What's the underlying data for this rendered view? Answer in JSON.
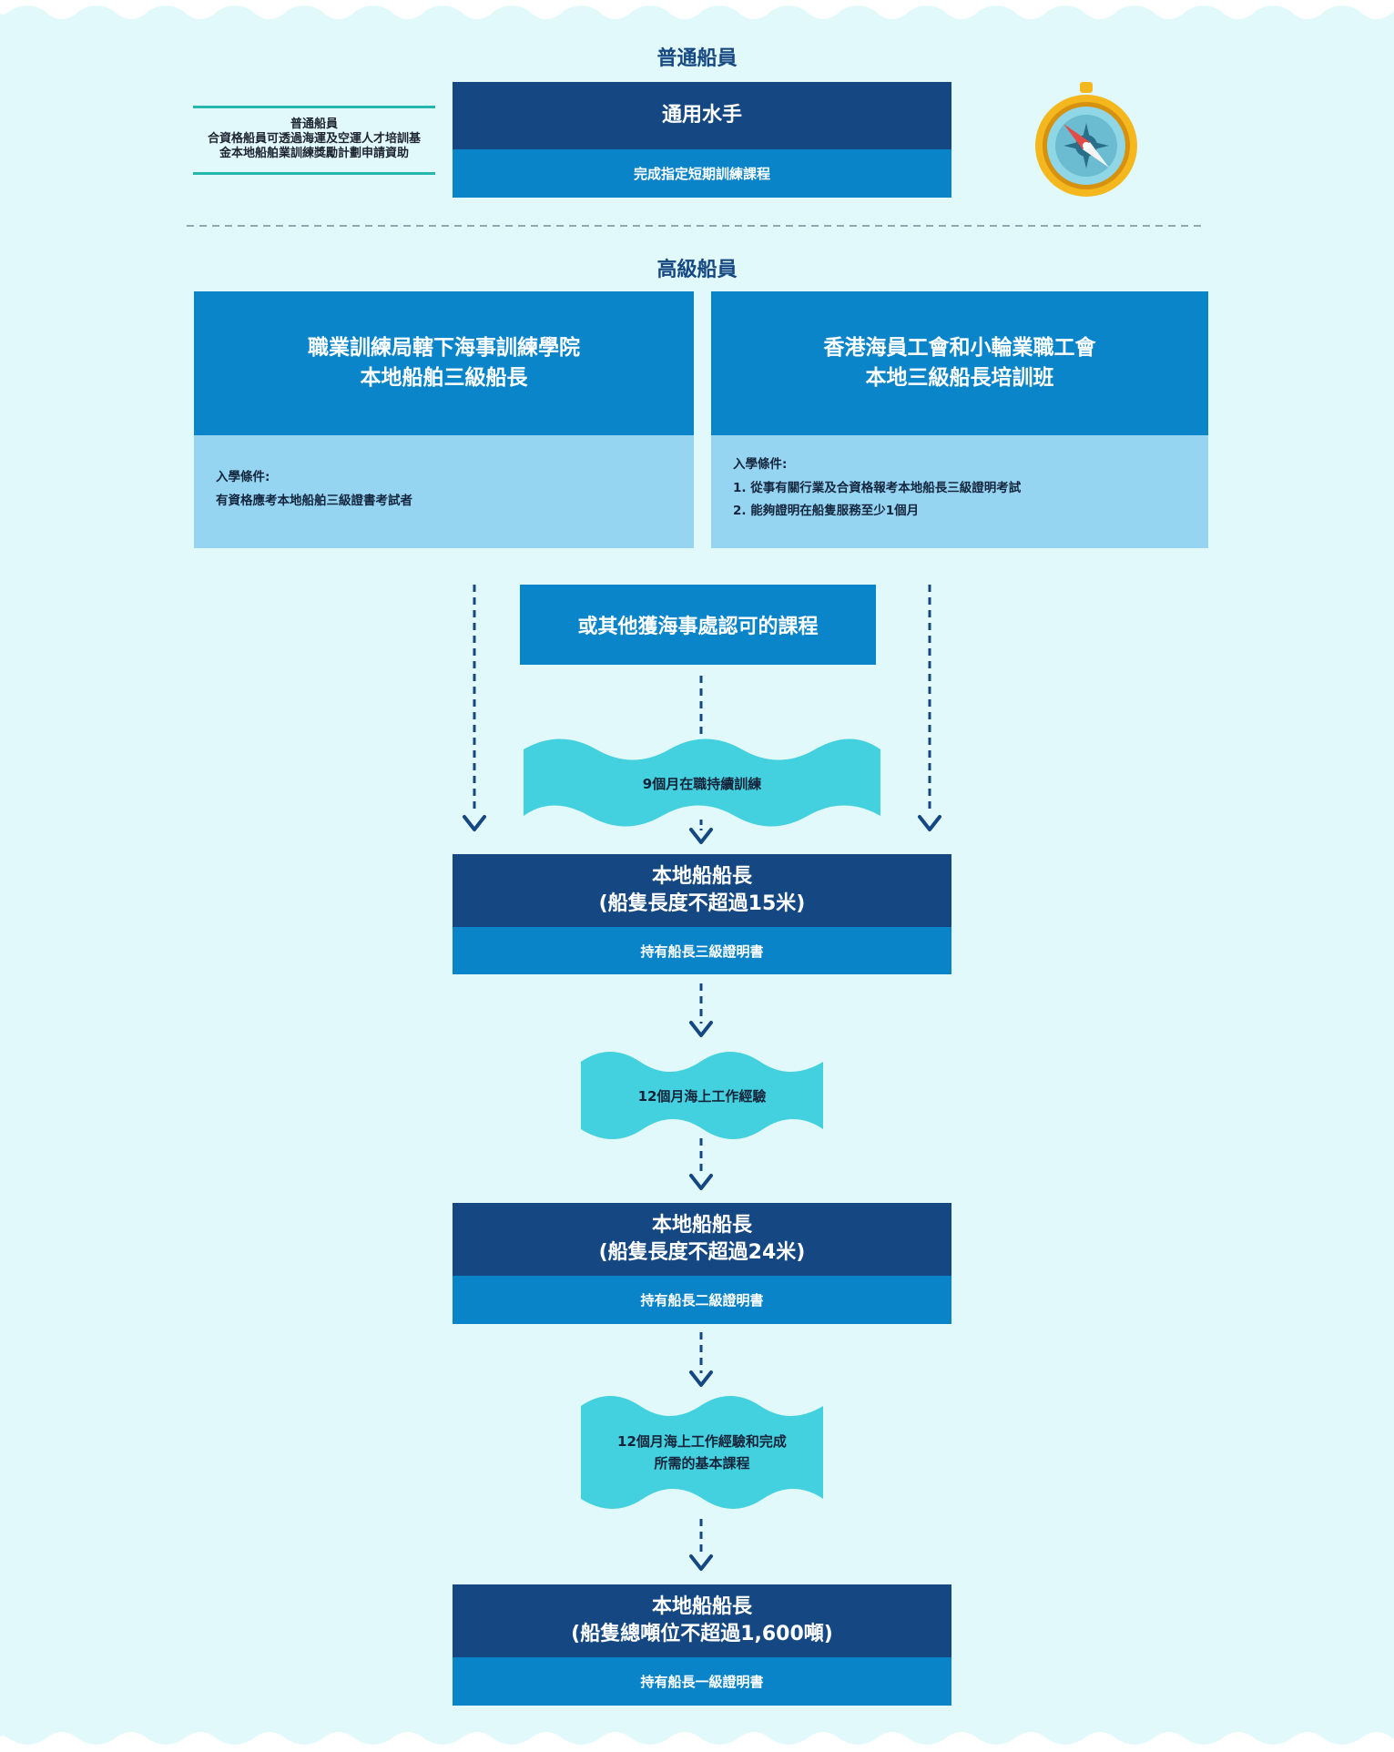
{
  "colors": {
    "background": "#e2f9fb",
    "title": "#154882",
    "dark_blue": "#154882",
    "mid_blue": "#0a84c9",
    "light_blue": "#96d5f2",
    "cyan_wave": "#44d1df",
    "teal_line": "#25b7ad"
  },
  "ordinary": {
    "section_title": "普通船員",
    "side_note": [
      "普通船員",
      "合資格船員可透過海運及空運人才培訓基",
      "金本地船舶業訓練獎勵計劃申請資助"
    ],
    "card_title": "通用水手",
    "card_sub": "完成指定短期訓練課程",
    "icon": "compass-icon"
  },
  "senior": {
    "section_title": "高級船員",
    "left": {
      "title_lines": [
        "職業訓練局轄下海事訓練學院",
        "本地船舶三級船長"
      ],
      "req_label": "入學條件:",
      "req_lines": [
        "有資格應考本地船舶三級證書考試者"
      ]
    },
    "right": {
      "title_lines": [
        "香港海員工會和小輪業職工會",
        "本地三級船長培訓班"
      ],
      "req_label": "入學條件:",
      "req_lines": [
        "1. 從事有關行業及合資格報考本地船長三級證明考試",
        "2. 能夠證明在船隻服務至少1個月"
      ]
    },
    "other_course": "或其他獲海事處認可的課程"
  },
  "steps": {
    "wave1": [
      "9個月在職持續訓練"
    ],
    "cert1": {
      "title_lines": [
        "本地船船長",
        "(船隻長度不超過15米)"
      ],
      "sub": "持有船長三級證明書"
    },
    "wave2": [
      "12個月海上工作經驗"
    ],
    "cert2": {
      "title_lines": [
        "本地船船長",
        "(船隻長度不超過24米)"
      ],
      "sub": "持有船長二級證明書"
    },
    "wave3": [
      "12個月海上工作經驗和完成",
      "所需的基本課程"
    ],
    "cert3": {
      "title_lines": [
        "本地船船長",
        "(船隻總噸位不超過1,600噸)"
      ],
      "sub": "持有船長一級證明書"
    }
  }
}
